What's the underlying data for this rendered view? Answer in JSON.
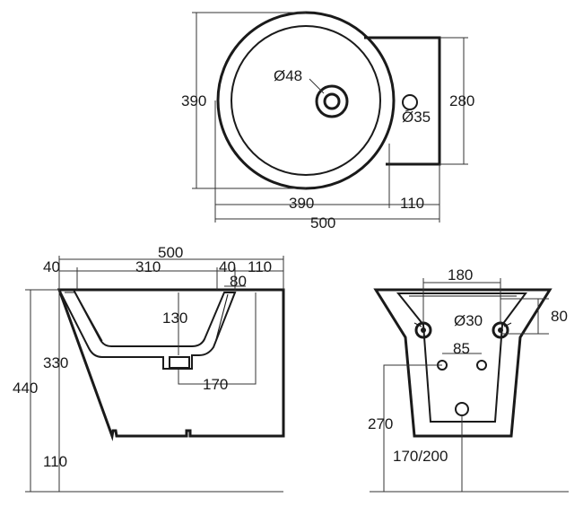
{
  "top_view": {
    "width_basin": "390",
    "height_basin": "390",
    "height_deck": "280",
    "drain_dia": "Ø48",
    "tap_hole_dia": "Ø35",
    "deck_width": "110",
    "overall_width": "500"
  },
  "side_view": {
    "overall_width": "500",
    "d40_left": "40",
    "d310": "310",
    "d40_right": "40",
    "d110": "110",
    "d80": "80",
    "d130": "130",
    "d170": "170",
    "d330": "330",
    "d440": "440",
    "d110_bottom": "110"
  },
  "rear_view": {
    "d180": "180",
    "fix_hole_dia": "Ø30",
    "d80": "80",
    "d85": "85",
    "d270": "270",
    "d170_200": "170/200"
  }
}
